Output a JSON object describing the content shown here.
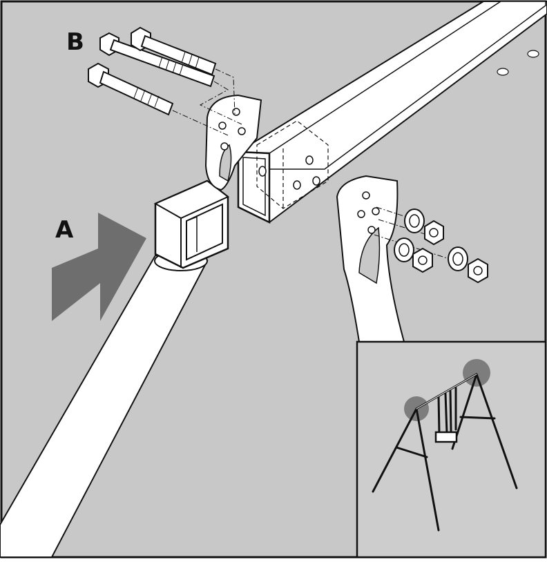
{
  "labels": {
    "a": "A",
    "b": "B"
  },
  "colors": {
    "background": "#c8c8c8",
    "inset_background": "#cdcdcd",
    "arrow": "#6e6e6e",
    "tube_fill": "#ffffff",
    "line": "#111111",
    "highlight_spot": "#7d7d7d"
  },
  "parts": {
    "bolts": 3,
    "nuts": 3,
    "washers": 3,
    "brackets": 2
  }
}
